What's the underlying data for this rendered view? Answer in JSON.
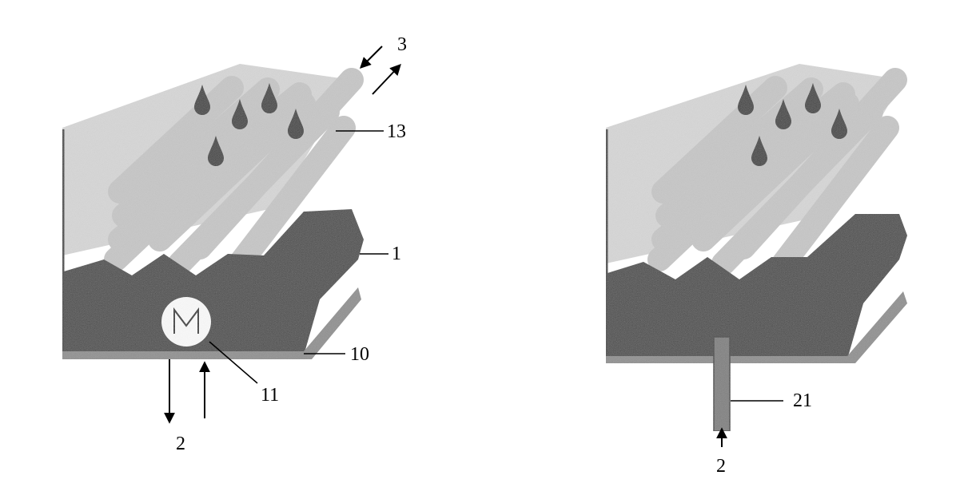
{
  "figure": {
    "left_panel": {
      "labels": {
        "arrows_3": "3",
        "tubes_13": "13",
        "basin_1": "1",
        "base_10": "10",
        "motor_11": "11",
        "flow_2": "2",
        "motor_symbol": "M"
      }
    },
    "right_panel": {
      "labels": {
        "pipe_21": "21",
        "flow_2": "2"
      }
    }
  },
  "colors": {
    "liquid": "#3a3a3a",
    "tube": "#c8c8c8",
    "backdrop": "#d6d6d6",
    "ink": "#000000"
  }
}
